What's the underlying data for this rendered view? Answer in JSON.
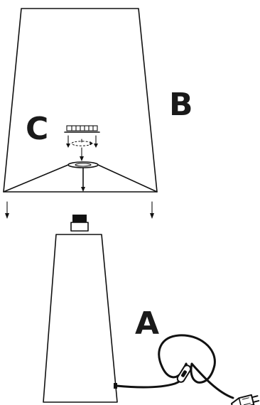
{
  "labels": {
    "base": "A",
    "shade": "B",
    "fitting": "C"
  },
  "colors": {
    "line": "#111111",
    "label": "#1a1a1a",
    "background": "#ffffff"
  },
  "icons": {
    "rotate": "rotate-arrow-icon",
    "down_arrow": "down-arrow-icon"
  }
}
